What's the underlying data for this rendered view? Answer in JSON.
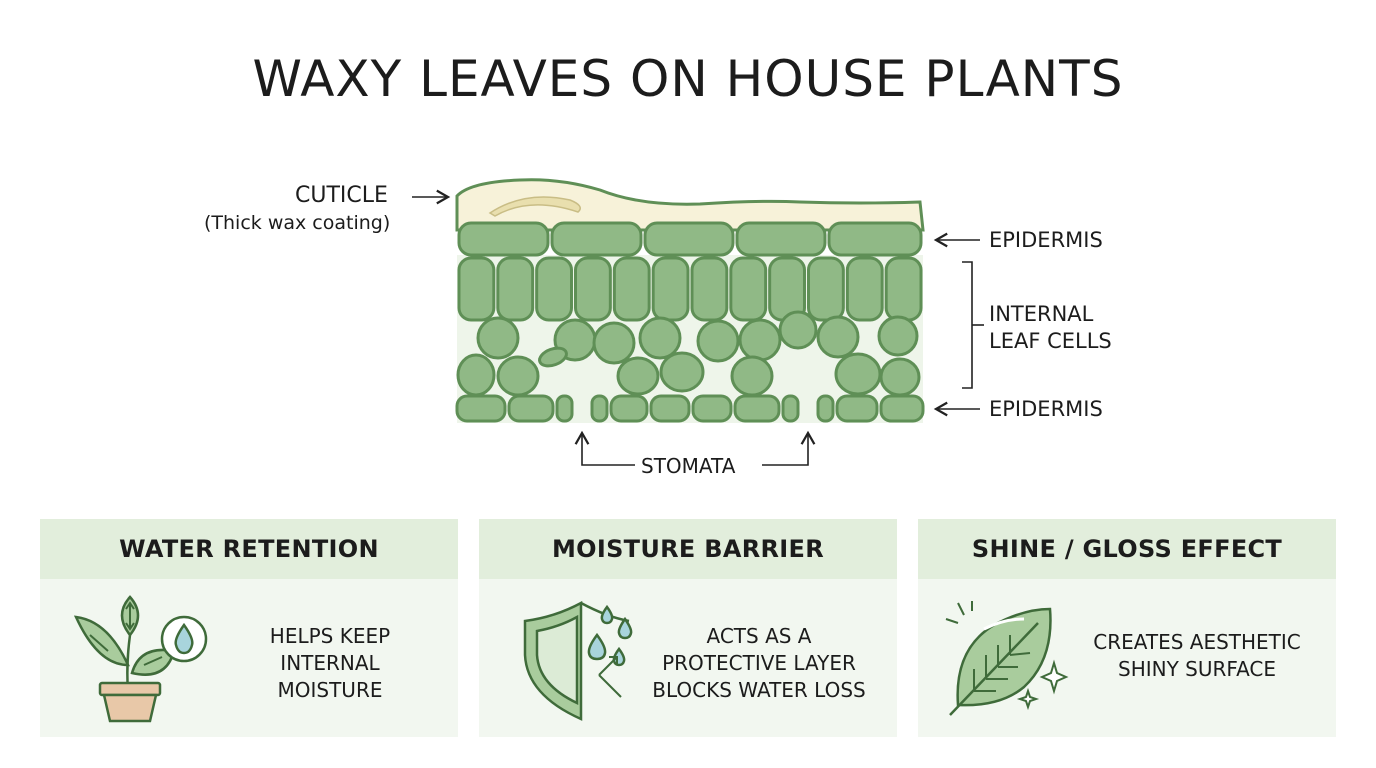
{
  "title": "WAXY LEAVES ON HOUSE PLANTS",
  "labels": {
    "cuticle": "CUTICLE",
    "cuticle_note": "(Thick wax coating)",
    "epidermis_top": "EPIDERMIS",
    "internal_line1": "INTERNAL",
    "internal_line2": "LEAF CELLS",
    "epidermis_bottom": "EPIDERMIS",
    "stomata": "STOMATA"
  },
  "cards": [
    {
      "title": "WATER RETENTION",
      "text": "HELPS KEEP\nINTERNAL\nMOISTURE",
      "icon": "potted-plant-icon"
    },
    {
      "title": "MOISTURE BARRIER",
      "text": "ACTS AS A\nPROTECTIVE LAYER\nBLOCKS WATER LOSS",
      "icon": "shield-icon"
    },
    {
      "title": "SHINE / GLOSS EFFECT",
      "text": "CREATES AESTHETIC\nSHINY SURFACE",
      "icon": "shiny-leaf-icon"
    }
  ],
  "colors": {
    "cell_fill": "#90b986",
    "cell_stroke": "#5f8f56",
    "cuticle_fill": "#f7f2d9",
    "card_bg": "#f2f7f0",
    "card_header_bg": "#e2eedc"
  }
}
